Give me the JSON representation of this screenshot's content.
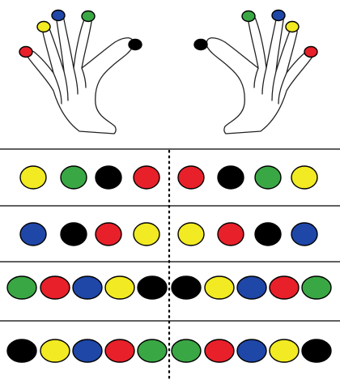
{
  "colors": {
    "red": "#e8202a",
    "yellow": "#f2ea22",
    "green": "#3aa745",
    "blue": "#1f47a8",
    "black": "#000000"
  },
  "fingertips": {
    "left": [
      "red",
      "yellow",
      "blue",
      "green",
      "black"
    ],
    "right": [
      "black",
      "green",
      "blue",
      "yellow",
      "red"
    ]
  },
  "rows": [
    [
      "yellow",
      "green",
      "black",
      "red",
      "red",
      "black",
      "green",
      "yellow"
    ],
    [
      "blue",
      "black",
      "red",
      "yellow",
      "yellow",
      "red",
      "black",
      "blue"
    ],
    [
      "green",
      "red",
      "blue",
      "yellow",
      "black",
      "black",
      "yellow",
      "blue",
      "red",
      "green"
    ],
    [
      "black",
      "yellow",
      "blue",
      "red",
      "green",
      "green",
      "red",
      "blue",
      "yellow",
      "black"
    ]
  ]
}
